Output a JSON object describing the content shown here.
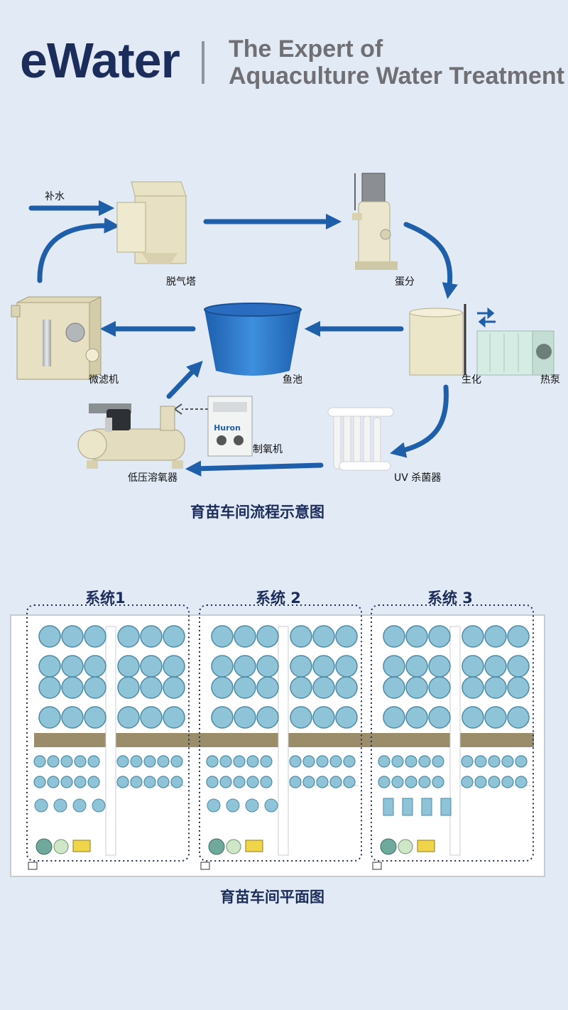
{
  "header": {
    "brand": "eWater",
    "tagline_line1": "The Expert of",
    "tagline_line2": "Aquaculture Water Treatment"
  },
  "flow": {
    "makeup_water": "补水",
    "degassing_tower": "脱气塔",
    "protein_skimmer": "蛋分",
    "biofilter": "生化",
    "heat_pump": "热泵",
    "fish_tank": "鱼池",
    "micro_filter": "微滤机",
    "oxygen_generator": "制氧机",
    "oxygen_cone": "低压溶氧器",
    "uv_sterilizer": "UV 杀菌器",
    "oxygen_brand": "Huron",
    "caption": "育苗车间流程示意图"
  },
  "plan": {
    "systems": [
      "系统1",
      "系统 2",
      "系统 3"
    ],
    "caption": "育苗车间平面图"
  },
  "colors": {
    "background": "#e1eaf5",
    "brand": "#1c2c5b",
    "arrow": "#1f5ea8",
    "tank_blue": "#2f79c6",
    "equipment": "#ece6c8",
    "tank_water": "#8fc3d8",
    "walkway": "#9b8d6a"
  }
}
